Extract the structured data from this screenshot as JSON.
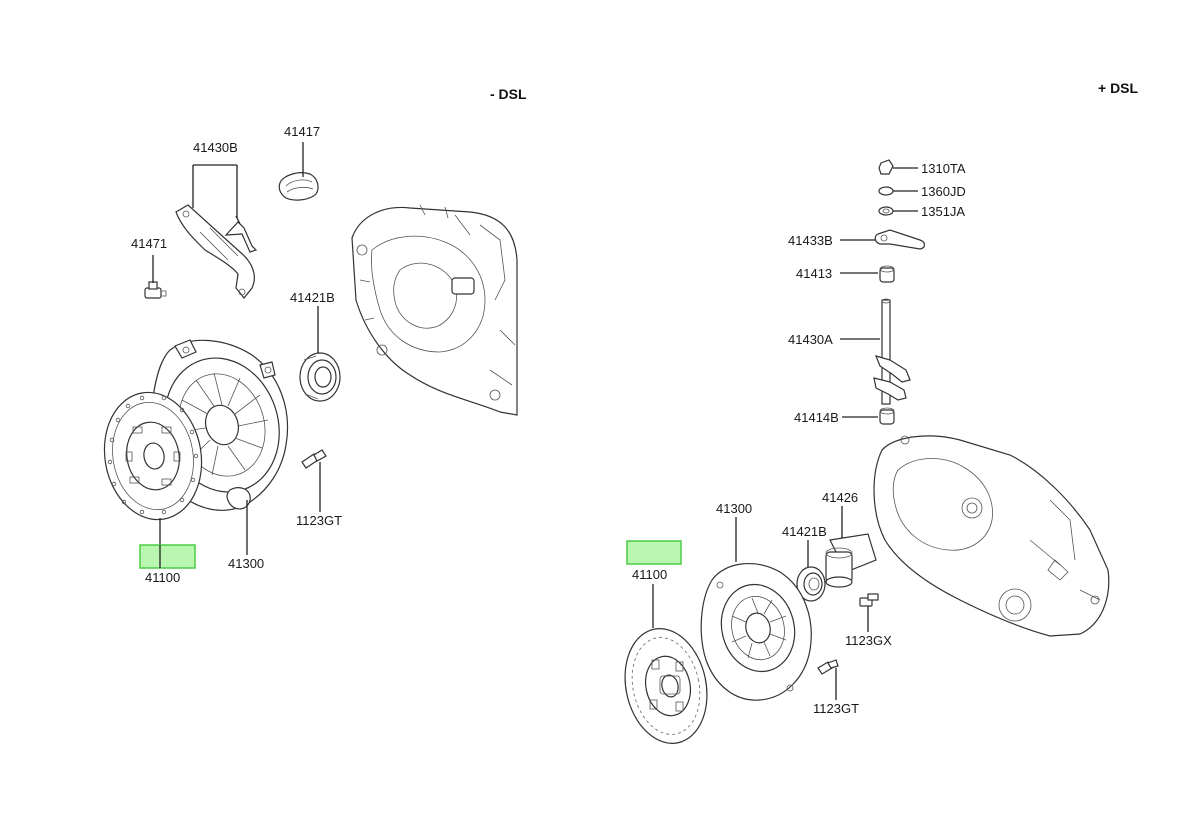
{
  "variants": {
    "minus": "- DSL",
    "plus": "+ DSL"
  },
  "left_labels": {
    "p41430B": "41430B",
    "p41417": "41417",
    "p41471": "41471",
    "p41421B": "41421B",
    "p1123GT": "1123GT",
    "p41100": "41100",
    "p41300": "41300"
  },
  "right_labels": {
    "p1310TA": "1310TA",
    "p1360JD": "1360JD",
    "p1351JA": "1351JA",
    "p41433B": "41433B",
    "p41413": "41413",
    "p41430A": "41430A",
    "p41414B": "41414B",
    "p41300": "41300",
    "p41426": "41426",
    "p41421B": "41421B",
    "p41100": "41100",
    "p1123GX": "1123GX",
    "p1123GT": "1123GT"
  },
  "colors": {
    "hotspot_fill": "#b9f7b0",
    "hotspot_border": "#4ccc44"
  }
}
